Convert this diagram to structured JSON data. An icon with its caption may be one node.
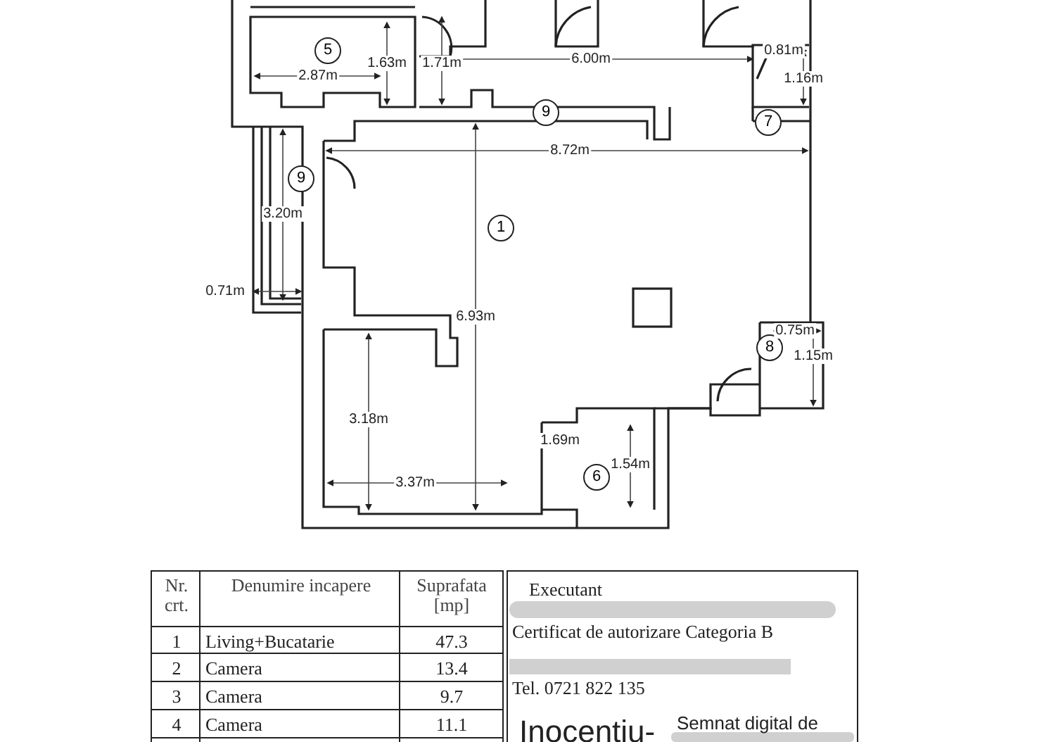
{
  "diagram": {
    "nodes": [
      {
        "text": [
          "5"
        ]
      },
      {
        "text": [
          "9"
        ]
      },
      {
        "text": [
          "7"
        ]
      },
      {
        "text": [
          "9"
        ]
      },
      {
        "text": [
          "1"
        ]
      },
      {
        "text": [
          "8"
        ]
      },
      {
        "text": [
          "6"
        ]
      }
    ],
    "labels": [
      "1.63m",
      "1.71m",
      "6.00m",
      "2.87m",
      "0.81m",
      "1.16m",
      "8.72m",
      "3.20m",
      "0.71m",
      "6.93m",
      "0.75m",
      "1.15m",
      "3.18m",
      "1.69m",
      "1.54m",
      "3.37m",
      "Nr. crt.",
      "Denumire incapere",
      "Suprafata [mp]",
      "1",
      "Living+Bucatarie",
      "47.3",
      "2",
      "Camera",
      "13.4",
      "3",
      "Camera",
      "9.7",
      "4",
      "Camera",
      "11.1",
      "Executant",
      "Certificat de autorizare Categoria B",
      "Tel. 0721 822 135",
      "Inocentiu-",
      "Semnat digital de"
    ]
  }
}
